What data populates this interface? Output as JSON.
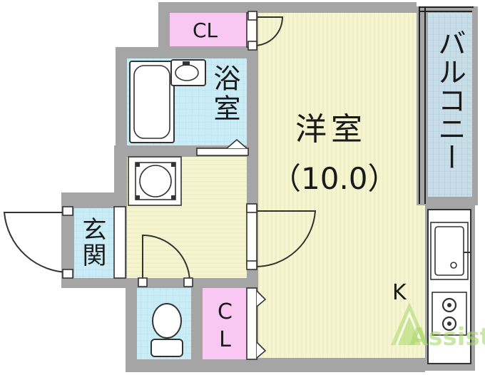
{
  "rooms": {
    "closet_top": "CL",
    "bath": "浴室",
    "western": "洋室",
    "western_size": "（10.0）",
    "balcony": "バルコニー",
    "entrance": "玄関",
    "kitchen": "K",
    "closet_bottom": "CL"
  },
  "watermark": "Assist",
  "colors": {
    "wall": "#a5a5a5",
    "floor": "#f6f5d2",
    "bath_tile": "#c9ecf6",
    "closet": "#f8c7f2",
    "balcony": "#c7dde8"
  }
}
